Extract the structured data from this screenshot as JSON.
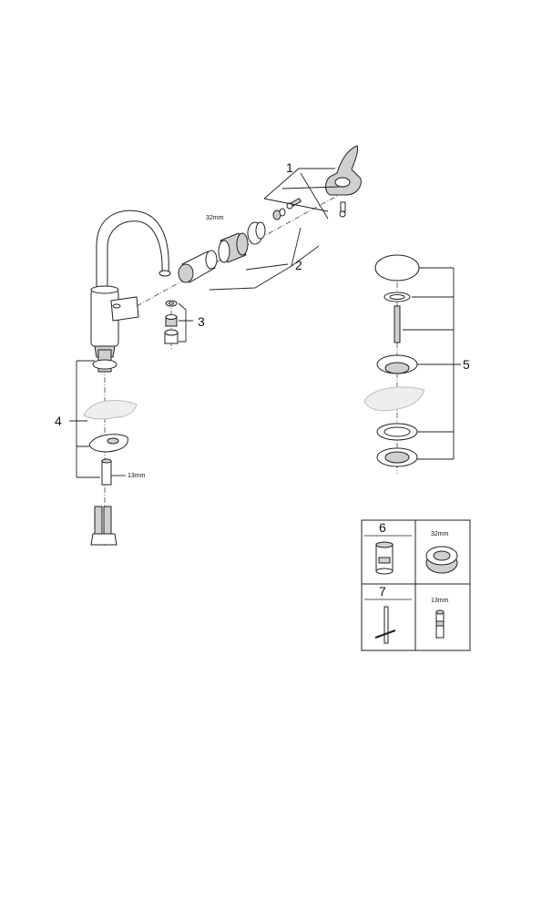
{
  "callouts": {
    "c1": "1",
    "c2": "2",
    "c3": "3",
    "c4": "4",
    "c5": "5"
  },
  "dimensions": {
    "cartridge_nut": "32mm",
    "fixing_bolt": "13mm"
  },
  "tools_box": {
    "cell_6": "6",
    "cell_7": "7",
    "cell_32mm": "32mm",
    "cell_13mm": "13mm"
  }
}
